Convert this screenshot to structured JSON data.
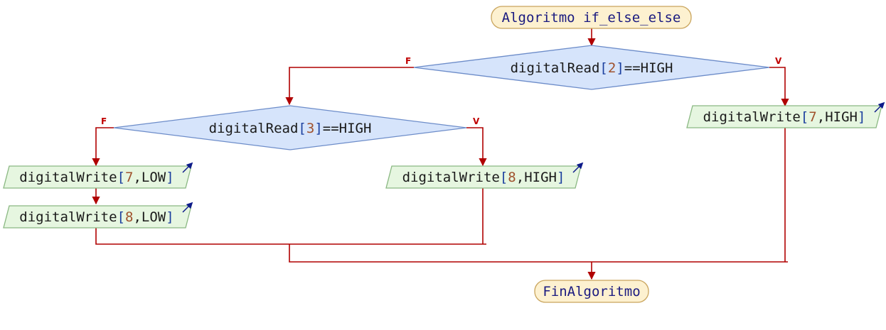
{
  "title": {
    "prefix": "Algoritmo",
    "name": "if_else_else"
  },
  "end": {
    "label": "FinAlgoritmo"
  },
  "cond1": {
    "func": "digitalRead",
    "arg": "2",
    "op": "==HIGH",
    "false_label": "F",
    "true_label": "V"
  },
  "cond2": {
    "func": "digitalRead",
    "arg": "3",
    "op": "==HIGH",
    "false_label": "F",
    "true_label": "V"
  },
  "out_v1": {
    "func": "digitalWrite",
    "a": "7",
    "b": "HIGH"
  },
  "out_v2": {
    "func": "digitalWrite",
    "a": "8",
    "b": "HIGH"
  },
  "out_f1": {
    "func": "digitalWrite",
    "a": "7",
    "b": "LOW"
  },
  "out_f2": {
    "func": "digitalWrite",
    "a": "8",
    "b": "LOW"
  },
  "colors": {
    "edge": "#b00000",
    "terminal_fill": "#fdf1d0",
    "terminal_stroke": "#c9a45c",
    "decision_fill": "#d6e4fb",
    "decision_stroke": "#6c8cc9",
    "output_fill": "#e6f6e0",
    "output_stroke": "#8ab882",
    "output_arrow": "#0d1a8a"
  }
}
